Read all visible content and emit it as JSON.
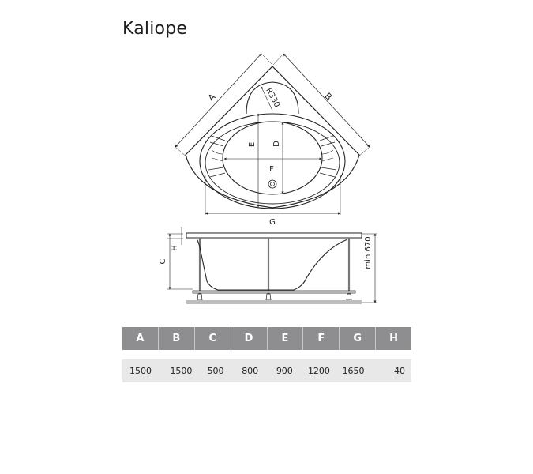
{
  "title": "Kaliope",
  "drawing": {
    "top_view": {
      "labels": {
        "a": "A",
        "b": "B",
        "d": "D",
        "e": "E",
        "f": "F",
        "g": "G",
        "radius": "R330"
      }
    },
    "side_view": {
      "labels": {
        "c": "C",
        "h": "H",
        "min_height": "min 670"
      }
    }
  },
  "spec_table": {
    "headers": [
      "A",
      "B",
      "C",
      "D",
      "E",
      "F",
      "G",
      "H"
    ],
    "values": [
      "1500",
      "1500",
      "500",
      "800",
      "900",
      "1200",
      "1650",
      "40"
    ]
  },
  "colors": {
    "header_bg": "#8e8e90",
    "header_text": "#ffffff",
    "value_bg": "#e8e8e8",
    "line": "#222222"
  }
}
